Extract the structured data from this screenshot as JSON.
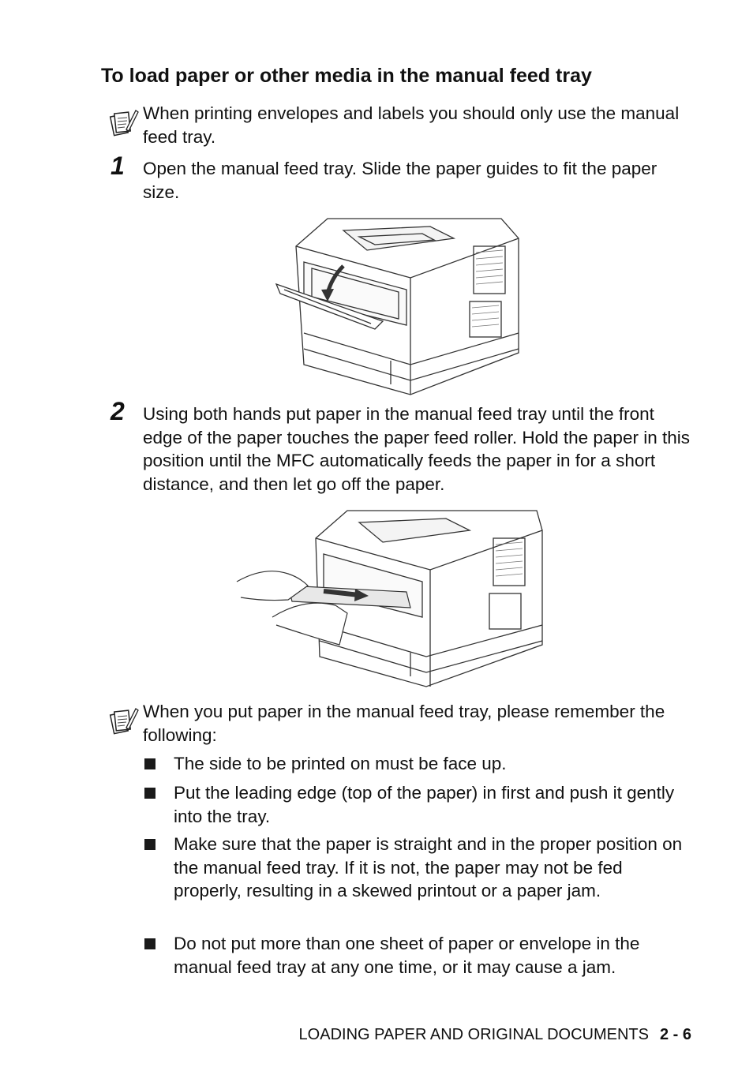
{
  "heading": "To load paper or other media in the manual feed tray",
  "note1": {
    "icon": "note-icon",
    "text": "When printing envelopes and labels you should only use the manual feed tray."
  },
  "steps": [
    {
      "number": "1",
      "text": "Open the manual feed tray. Slide the paper guides to fit the paper size."
    },
    {
      "number": "2",
      "text": "Using both hands put paper in the manual feed tray until the front edge of the paper touches the paper feed roller. Hold the paper in this position until the MFC automatically feeds the paper in for a short distance, and then let go off the paper."
    }
  ],
  "note2": {
    "icon": "note-icon",
    "text": "When you put paper in the manual feed tray, please remember the following:",
    "bullets": [
      "The side to be printed on must be face up.",
      "Put the leading edge (top of the paper) in first and push it gently into the tray.",
      "Make sure that the paper is straight and in the proper position on the manual feed tray. If it is not, the paper may not be fed properly, resulting in a skewed printout or a paper jam.",
      "Do not put more than one sheet of paper or envelope in the manual feed tray at any one time, or it may cause a jam."
    ]
  },
  "footer": {
    "section": "LOADING PAPER AND ORIGINAL DOCUMENTS",
    "page": "2 - 6"
  }
}
